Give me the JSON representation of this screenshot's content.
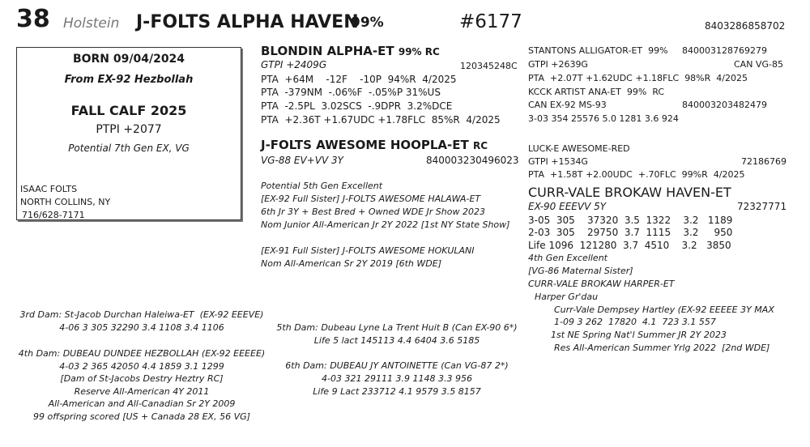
{
  "header": {
    "lot": "38",
    "breed": "Holstein",
    "name": "J-FOLTS ALPHA HAVEN",
    "percent": "99%",
    "tag": "#6177",
    "reg": "8403286858702"
  },
  "info_box": {
    "born": "BORN 09/04/2024",
    "from": "From EX-92 Hezbollah",
    "class": "FALL CALF 2025",
    "ptpi": "PTPI +2077",
    "potential": "Potential 7th Gen EX, VG",
    "owner_name": "ISAAC FOLTS",
    "owner_city": "NORTH COLLINS, NY",
    "owner_phone": "716/628-7171"
  },
  "sire": {
    "name": "BLONDIN ALPHA-ET",
    "suffix": "99% RC",
    "gtpi": "GTPI +2409G",
    "reg": "120345248C",
    "pta_lines": [
      "PTA  +64M    -12F    -10P  94%R  4/2025",
      "PTA  -379NM  -.06%F  -.05%P 31%US",
      "PTA  -2.5PL  3.02SCS  -.9DPR  3.2%DCE",
      "PTA  +2.36T +1.67UDC +1.78FLC  85%R  4/2025"
    ]
  },
  "sire_side": {
    "lines": [
      "STANTONS ALLIGATOR-ET  99%",
      "GTPI +2639G",
      "PTA  +2.07T +1.62UDC +1.18FLC  98%R  4/2025",
      "KCCK ARTIST ANA-ET  99%  RC",
      "CAN EX-92 MS-93",
      "3-03 354 25576 5.0 1281 3.6 924"
    ],
    "reg1": "840003128769279",
    "can": "CAN VG-85",
    "reg2": "840003203482479"
  },
  "dam": {
    "name": "J-FOLTS AWESOME HOOPLA-ET",
    "suffix": "RC",
    "class": "VG-88 EV+VV 3Y",
    "reg": "840003230496023",
    "notes": [
      "Potential 5th Gen Excellent",
      "[EX-92 Full Sister] J-FOLTS AWESOME HALAWA-ET",
      "6th Jr 3Y + Best Bred + Owned WDE Jr Show 2023",
      "Nom Junior All-American Jr 2Y 2022 [1st NY State Show]",
      "[EX-91 Full Sister] J-FOLTS AWESOME HOKULANI",
      "Nom All-American Sr 2Y 2019 [6th WDE]"
    ]
  },
  "dam_sire": {
    "name": "LUCK-E AWESOME-RED",
    "gtpi": "GTPI +1534G",
    "reg": "72186769",
    "pta": "PTA  +1.58T +2.00UDC  +.70FLC  99%R  4/2025"
  },
  "granddam": {
    "name": "CURR-VALE BROKAW HAVEN-ET",
    "class": "EX-90 EEEVV 5Y",
    "reg": "72327771",
    "records": [
      "3-05  305    37320  3.5  1322    3.2   1189",
      "2-03  305    29750  3.7  1115    3.2     950",
      "Life 1096  121280  3.7  4510    3.2   3850"
    ],
    "notes": [
      "4th Gen Excellent",
      "[VG-86 Maternal Sister]",
      "CURR-VALE BROKAW HARPER-ET",
      "Harper Gr'dau",
      "Curr-Vale Dempsey Hartley (EX-92 EEEEE 3Y MAX",
      "1-09 3 262  17820  4.1  723 3.1 557",
      "1st NE Spring Nat'l Summer JR 2Y 2023",
      "Res All-American Summer Yrlg 2022  [2nd WDE]"
    ]
  },
  "dam3": [
    "3rd Dam: St-Jacob Durchan Haleiwa-ET  (EX-92 EEEVE)",
    "4-06 3 305 32290 3.4 1108 3.4 1106"
  ],
  "dam4": [
    "4th Dam: DUBEAU DUNDEE HEZBOLLAH (EX-92 EEEEE)",
    "4-03 2 365 42050 4.4 1859 3.1 1299",
    "[Dam of St-Jacobs Destry Heztry RC]",
    "Reserve All-American 4Y 2011",
    "All-American and All-Canadian Sr 2Y 2009",
    "99 offspring scored [US + Canada 28 EX, 56 VG]"
  ],
  "dam5": [
    "5th Dam: Dubeau Lyne La Trent Huit B (Can EX-90 6*)",
    "Life 5 lact 145113 4.4 6404 3.6 5185"
  ],
  "dam6": [
    "6th Dam: DUBEAU JY ANTOINETTE (Can VG-87 2*)",
    "4-03 321 29111 3.9 1148 3.3 956",
    "Life 9 Lact 233712 4.1 9579 3.5 8157"
  ]
}
